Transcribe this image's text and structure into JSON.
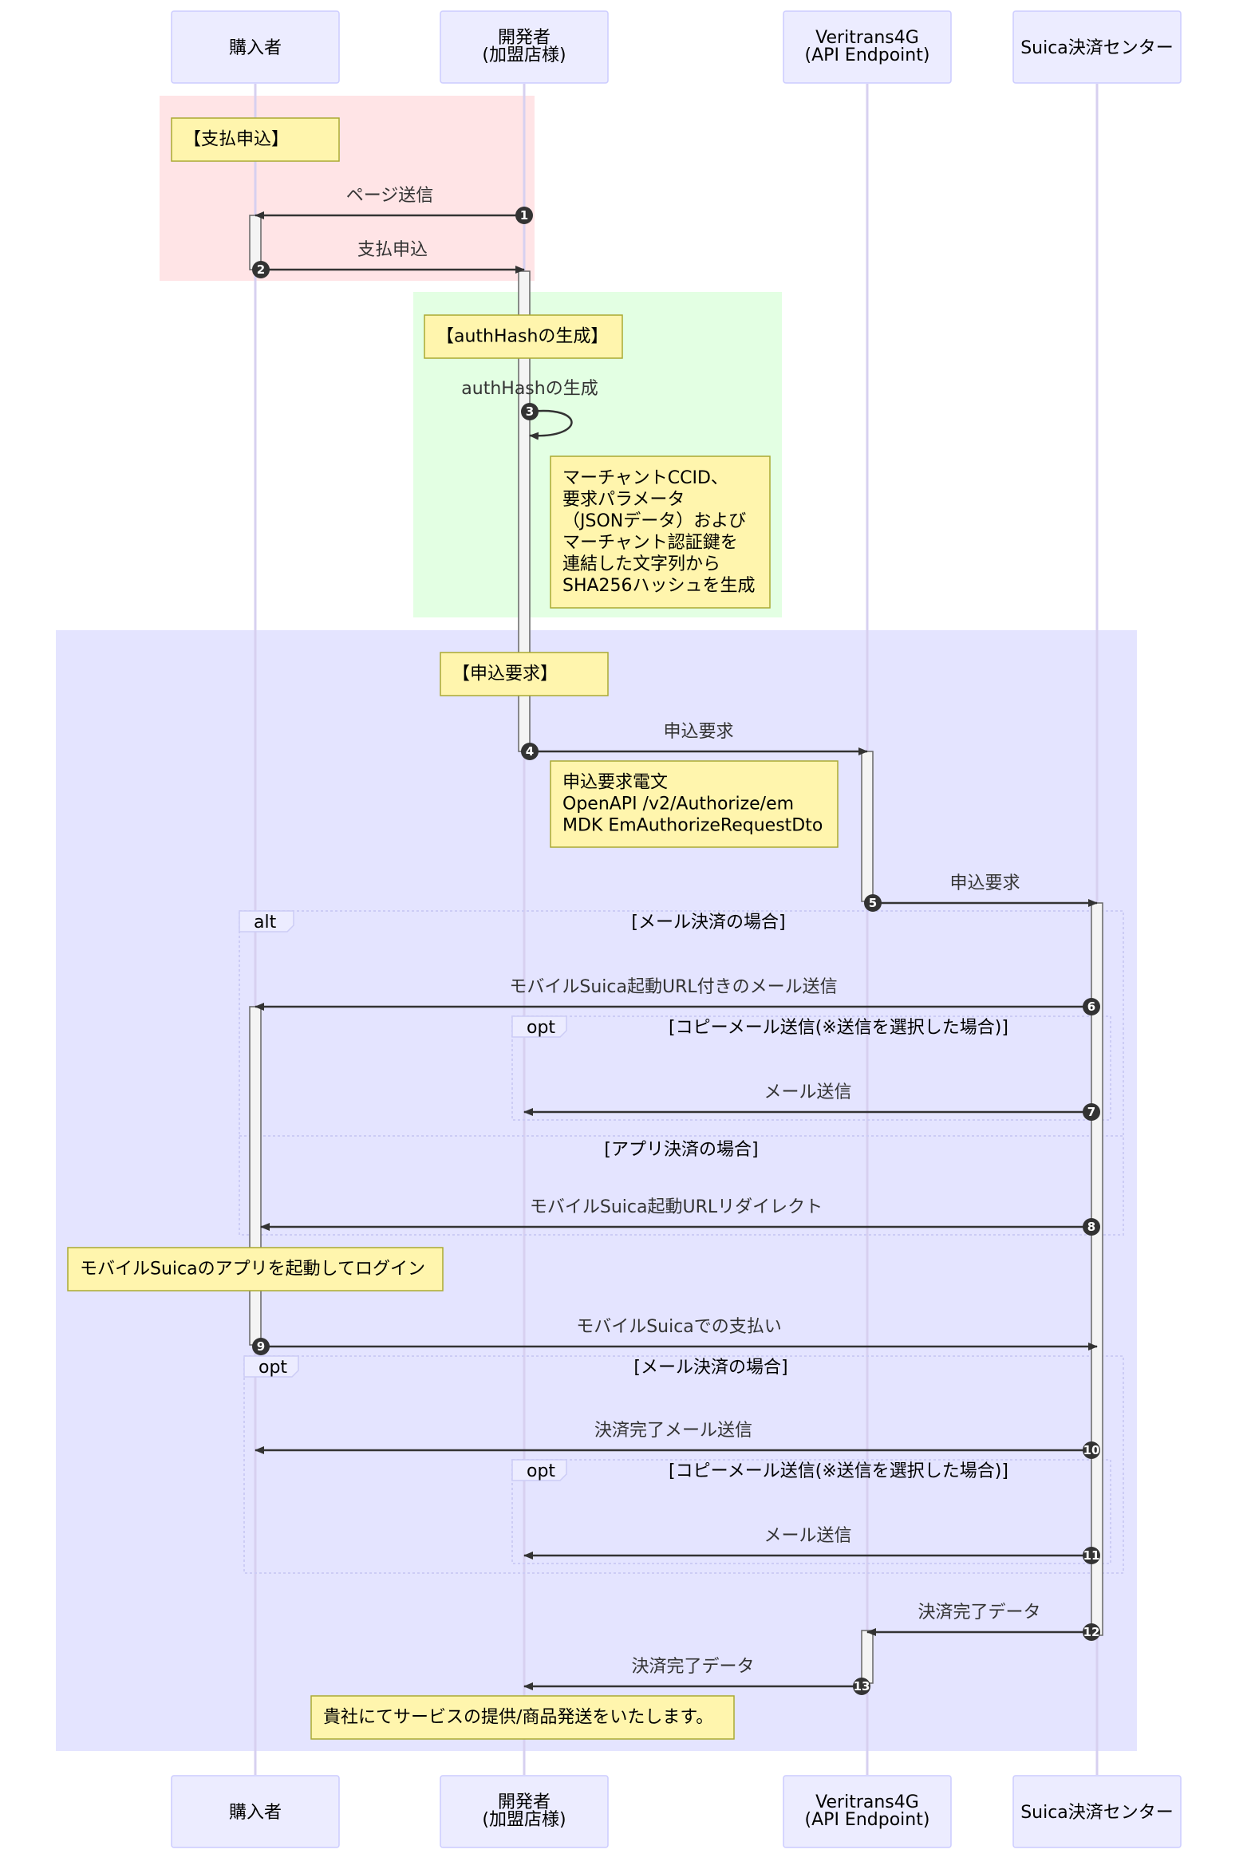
{
  "colors": {
    "group_apply": "#FFE4E6",
    "group_hash": "#E3FFE3",
    "group_request": "#E4E4FF"
  },
  "actors": [
    {
      "id": "buyer",
      "lines": [
        "購入者"
      ]
    },
    {
      "id": "dev",
      "lines": [
        "開発者",
        "(加盟店様)"
      ]
    },
    {
      "id": "vt",
      "lines": [
        "Veritrans4G",
        "(API Endpoint)"
      ]
    },
    {
      "id": "suica",
      "lines": [
        "Suica決済センター"
      ]
    }
  ],
  "notes": [
    {
      "id": "sec1",
      "lines": [
        "【支払申込】"
      ]
    },
    {
      "id": "sec2",
      "lines": [
        "【authHashの生成】"
      ]
    },
    {
      "id": "hashinfo",
      "lines": [
        "マーチャントCCID、",
        "要求パラメータ",
        "（JSONデータ）および",
        "マーチャント認証鍵を",
        "連結した文字列から",
        "SHA256ハッシュを生成"
      ]
    },
    {
      "id": "sec3",
      "lines": [
        "【申込要求】"
      ]
    },
    {
      "id": "reqinfo",
      "lines": [
        "申込要求電文",
        "OpenAPI /v2/Authorize/em",
        "MDK EmAuthorizeRequestDto"
      ]
    },
    {
      "id": "login",
      "lines": [
        "モバイルSuicaのアプリを起動してログイン"
      ]
    },
    {
      "id": "final",
      "lines": [
        "貴社にてサービスの提供/商品発送をいたします。"
      ]
    }
  ],
  "messages": [
    {
      "num": "1",
      "label": "ページ送信"
    },
    {
      "num": "2",
      "label": "支払申込"
    },
    {
      "num": "3",
      "label": "authHashの生成"
    },
    {
      "num": "4",
      "label": "申込要求"
    },
    {
      "num": "5",
      "label": "申込要求"
    },
    {
      "num": "6",
      "label": "モバイルSuica起動URL付きのメール送信"
    },
    {
      "num": "7",
      "label": "メール送信"
    },
    {
      "num": "8",
      "label": "モバイルSuica起動URLリダイレクト"
    },
    {
      "num": "9",
      "label": "モバイルSuicaでの支払い"
    },
    {
      "num": "10",
      "label": "決済完了メール送信"
    },
    {
      "num": "11",
      "label": "メール送信"
    },
    {
      "num": "12",
      "label": "決済完了データ"
    },
    {
      "num": "13",
      "label": "決済完了データ"
    }
  ],
  "frames": [
    {
      "id": "alt1",
      "type": "alt",
      "condition": "[メール決済の場合]",
      "else_condition": "[アプリ決済の場合]"
    },
    {
      "id": "opt1",
      "type": "opt",
      "condition": "[コピーメール送信(※送信を選択した場合)]"
    },
    {
      "id": "opt2",
      "type": "opt",
      "condition": "[メール決済の場合]"
    },
    {
      "id": "opt3",
      "type": "opt",
      "condition": "[コピーメール送信(※送信を選択した場合)]"
    }
  ]
}
